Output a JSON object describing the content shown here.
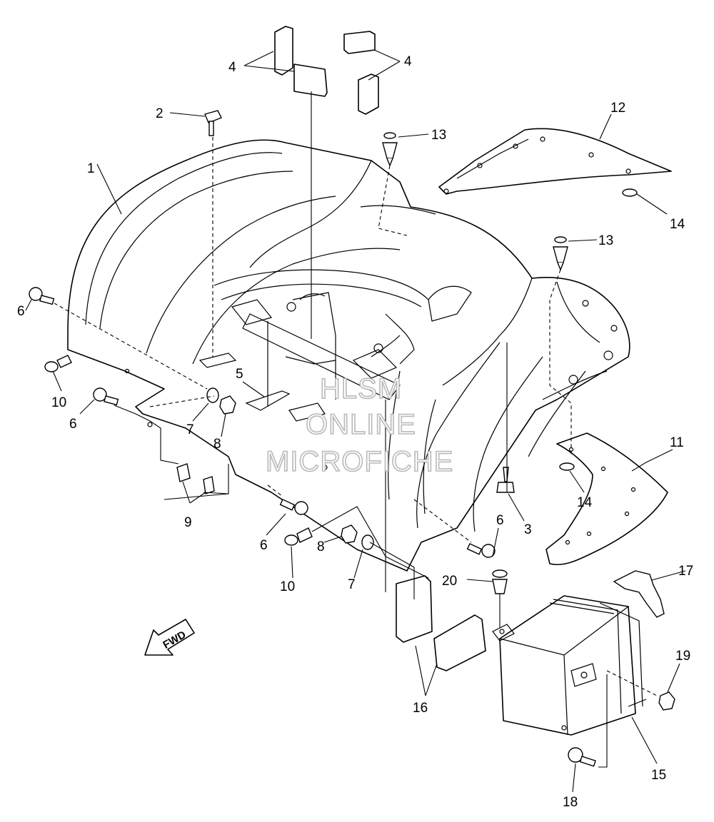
{
  "labels": {
    "l1": "1",
    "l2": "2",
    "l3": "3",
    "l4a": "4",
    "l4b": "4",
    "l5": "5",
    "l6a": "6",
    "l6b": "6",
    "l6c": "6",
    "l6d": "6",
    "l7a": "7",
    "l7b": "7",
    "l8a": "8",
    "l8b": "8",
    "l9": "9",
    "l10a": "10",
    "l10b": "10",
    "l11": "11",
    "l12": "12",
    "l13a": "13",
    "l13b": "13",
    "l14a": "14",
    "l14b": "14",
    "l15": "15",
    "l16": "16",
    "l17": "17",
    "l18": "18",
    "l19": "19",
    "l20": "20"
  },
  "fwd_arrow": {
    "text": "FWD"
  },
  "watermark": {
    "line1": "HLSM",
    "line2": "ONLINE",
    "line3": "MICROFICHE"
  }
}
